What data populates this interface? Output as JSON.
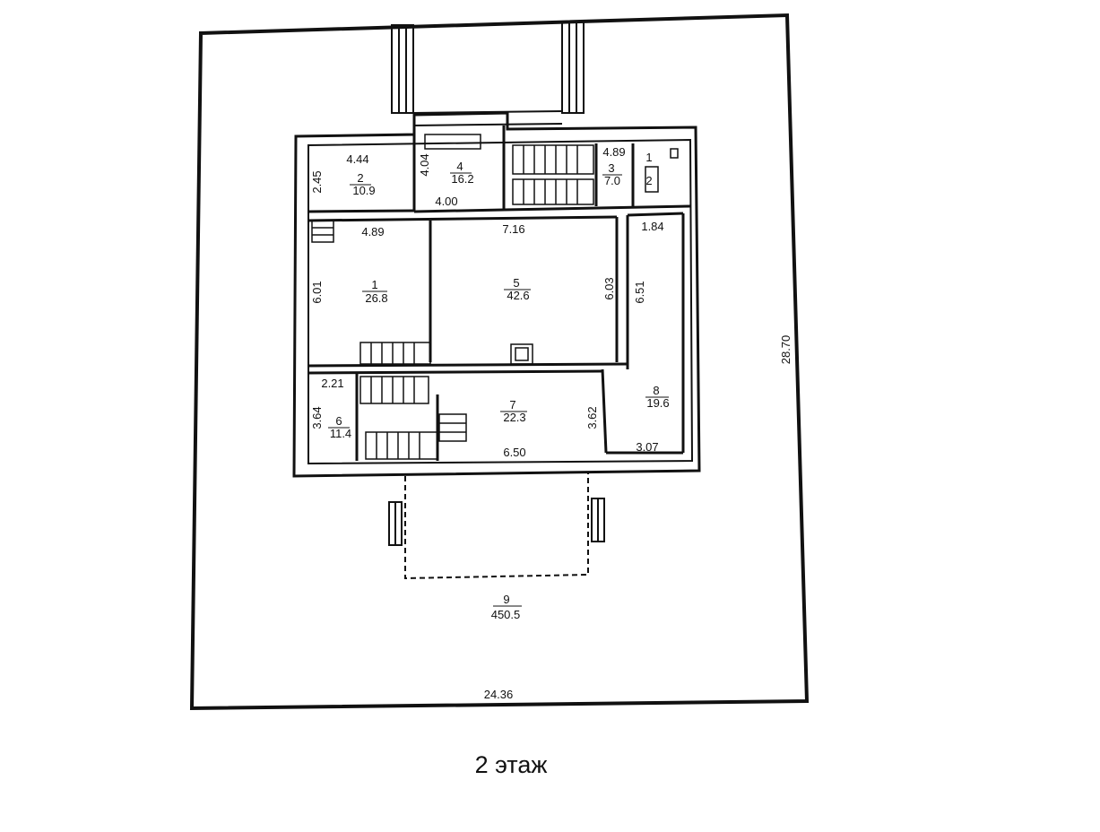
{
  "caption": "2 этаж",
  "site": {
    "number": "9",
    "area": "450.5",
    "width": "24.36",
    "depth": "28.70"
  },
  "rooms": [
    {
      "number": "1",
      "area": "26.8"
    },
    {
      "number": "2",
      "area": "10.9"
    },
    {
      "number": "3",
      "area": "7.0"
    },
    {
      "number": "4",
      "area": "16.2"
    },
    {
      "number": "5",
      "area": "42.6"
    },
    {
      "number": "6",
      "area": "11.4"
    },
    {
      "number": "7",
      "area": "22.3"
    },
    {
      "number": "8",
      "area": "19.6"
    }
  ],
  "dimensions": {
    "r2_width": "4.44",
    "r2_height": "2.45",
    "r4_height": "4.04",
    "r4_width": "4.00",
    "r3_width": "4.89",
    "r1_width": "4.89",
    "r1_height": "6.01",
    "r5_width": "7.16",
    "r5_height": "6.03",
    "r8_width_top": "1.84",
    "r8_height": "6.51",
    "r8_width_bottom": "3.07",
    "r6_width": "2.21",
    "r6_height": "3.64",
    "r7_width": "6.50",
    "r7_height": "3.62"
  },
  "wc_labels": {
    "a": "1",
    "b": "2"
  }
}
